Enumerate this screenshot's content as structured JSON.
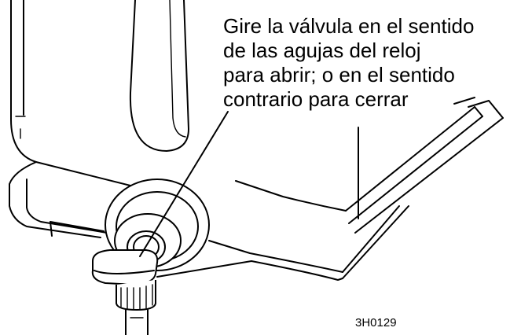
{
  "callout": {
    "lines": [
      "Gire la válvula en el sentido",
      "de las agujas del reloj",
      "para abrir; o en el sentido",
      "contrario para cerrar"
    ]
  },
  "figure_code": "3H0129",
  "colors": {
    "line": "#000000",
    "background": "#ffffff"
  }
}
